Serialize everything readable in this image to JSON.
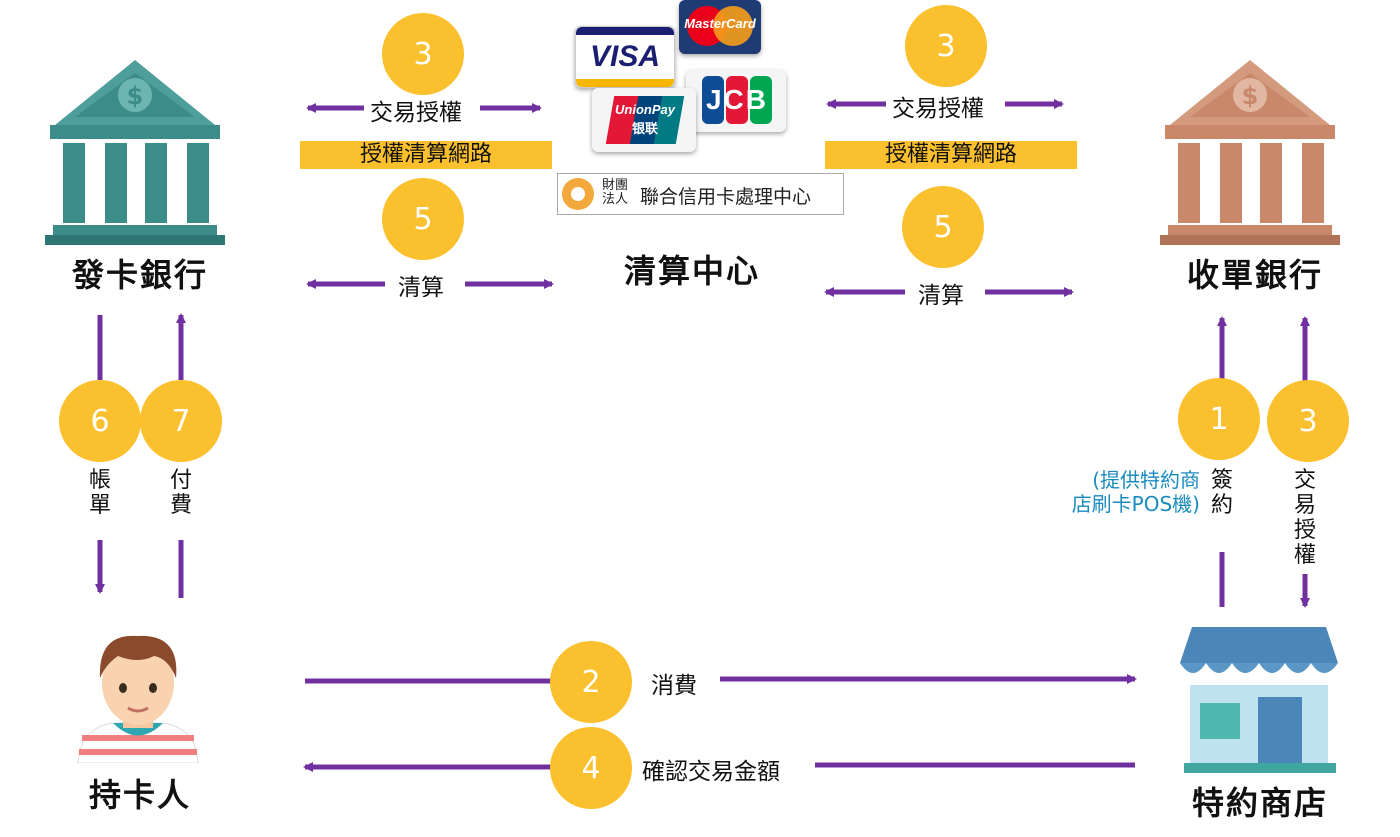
{
  "nodes": {
    "issuer": "發卡銀行",
    "clearing": "清算中心",
    "acquirer": "收單銀行",
    "cardholder": "持卡人",
    "merchant": "特約商店"
  },
  "steps": {
    "s1": "1",
    "s2": "2",
    "s3": "3",
    "s4": "4",
    "s5": "5",
    "s6": "6",
    "s7": "7"
  },
  "labels": {
    "auth": "交易授權",
    "network": "授權清算網路",
    "settle": "清算",
    "bill": "帳單",
    "pay": "付費",
    "sign": "簽約",
    "auth_vertical": "交易授權",
    "consume": "消費",
    "confirm": "確認交易金額",
    "pos_note_line1": "(提供特約商",
    "pos_note_line2": "店刷卡POS機)"
  },
  "logos": {
    "visa": "VISA",
    "mastercard": "MasterCard",
    "jcb": "JCB",
    "unionpay": "UnionPay",
    "unionpay_cn": "银联",
    "nccc_small": "財團法人",
    "nccc": "聯合信用卡處理中心"
  },
  "colors": {
    "arrow": "#7030A0",
    "circle": "#FBC02D",
    "issuer_bank": "#3C8C8A",
    "acquirer_bank": "#C9886A",
    "note": "#1a8bbf"
  }
}
